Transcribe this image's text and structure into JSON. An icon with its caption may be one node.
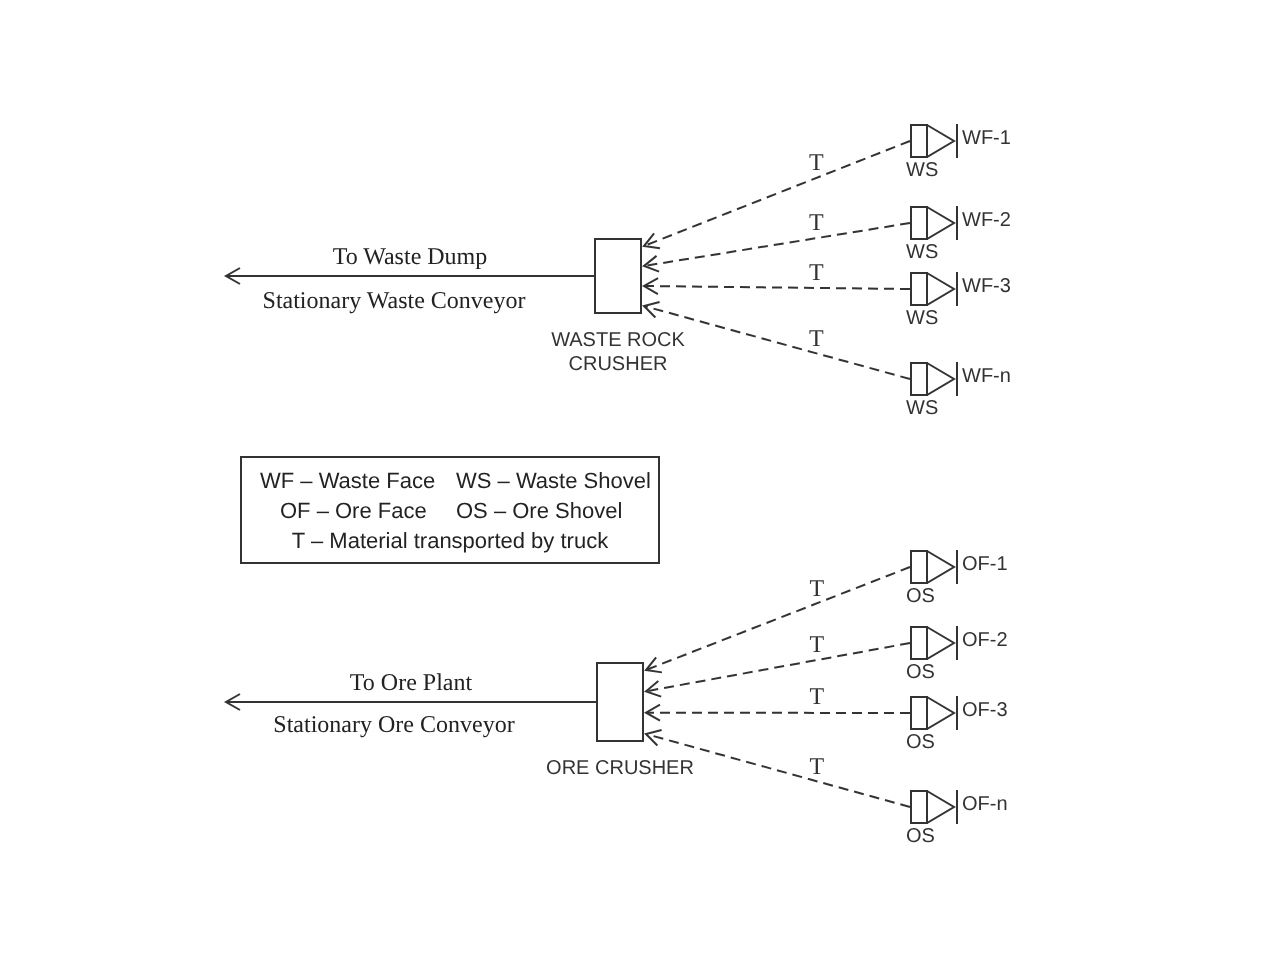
{
  "diagram": {
    "nodes": [
      {
        "text": [],
        "shape": "box",
        "beside": [
          "WASTE ROCK CRUSHER"
        ]
      },
      {
        "text": [],
        "shape": "shovel",
        "beside": [
          "WS",
          "WF-1"
        ]
      },
      {
        "text": [],
        "shape": "shovel",
        "beside": [
          "WS",
          "WF-2"
        ]
      },
      {
        "text": [],
        "shape": "shovel",
        "beside": [
          "WS",
          "WF-3"
        ]
      },
      {
        "text": [],
        "shape": "shovel",
        "beside": [
          "WS",
          "WF-n"
        ]
      },
      {
        "text": [
          "WF – Waste Face",
          "WS – Waste Shovel",
          "OF – Ore Face",
          "OS – Ore Shovel",
          "T – Material transported by truck"
        ]
      },
      {
        "text": [],
        "shape": "box",
        "beside": [
          "ORE CRUSHER"
        ]
      },
      {
        "text": [],
        "shape": "shovel",
        "beside": [
          "OS",
          "OF-1"
        ]
      },
      {
        "text": [],
        "shape": "shovel",
        "beside": [
          "OS",
          "OF-2"
        ]
      },
      {
        "text": [],
        "shape": "shovel",
        "beside": [
          "OS",
          "OF-3"
        ]
      },
      {
        "text": [],
        "shape": "shovel",
        "beside": [
          "OS",
          "OF-n"
        ]
      }
    ],
    "edges": [
      {
        "from": 0,
        "to": null,
        "arrow": "to",
        "label": "To Waste Dump"
      },
      {
        "from": 1,
        "to": 0,
        "arrow": "to",
        "style": "dashed",
        "label": "T"
      },
      {
        "from": 2,
        "to": 0,
        "arrow": "to",
        "style": "dashed",
        "label": "T"
      },
      {
        "from": 3,
        "to": 0,
        "arrow": "to",
        "style": "dashed",
        "label": "T"
      },
      {
        "from": 4,
        "to": 0,
        "arrow": "to",
        "style": "dashed",
        "label": "T"
      },
      {
        "from": 6,
        "to": null,
        "arrow": "to",
        "label": "To Ore Plant"
      },
      {
        "from": 7,
        "to": 6,
        "arrow": "to",
        "style": "dashed",
        "label": "T"
      },
      {
        "from": 8,
        "to": 6,
        "arrow": "to",
        "style": "dashed",
        "label": "T"
      },
      {
        "from": 9,
        "to": 6,
        "arrow": "to",
        "style": "dashed",
        "label": "T"
      },
      {
        "from": 10,
        "to": 6,
        "arrow": "to",
        "style": "dashed",
        "label": "T"
      }
    ],
    "labels": [
      "Stationary Waste Conveyor",
      "Stationary Ore Conveyor"
    ]
  }
}
